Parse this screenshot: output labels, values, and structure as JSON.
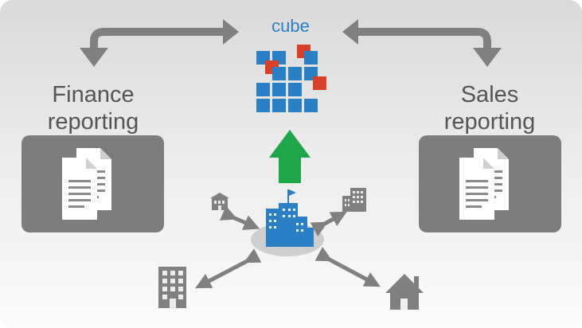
{
  "cube": {
    "label": "cube",
    "grid": [
      [
        0,
        0,
        1,
        0
      ],
      [
        1,
        0,
        0,
        0
      ],
      [
        0,
        0,
        0,
        1
      ],
      [
        0,
        0,
        0,
        0
      ]
    ]
  },
  "finance": {
    "line1": "Finance",
    "line2": "reporting"
  },
  "sales": {
    "line1": "Sales",
    "line2": "reporting"
  },
  "icons": [
    "swap-arrow-left-icon",
    "swap-arrow-right-icon",
    "document-stack-icon",
    "up-arrow-icon",
    "headquarters-icon",
    "office-building-icon",
    "house-icon",
    "apartment-icon",
    "store-icon"
  ],
  "colors": {
    "blue": "#2b7fc5",
    "red": "#d9402b",
    "green": "#1fa64a",
    "grey": "#808080",
    "panel": "#7d7d7d",
    "text": "#555555"
  }
}
